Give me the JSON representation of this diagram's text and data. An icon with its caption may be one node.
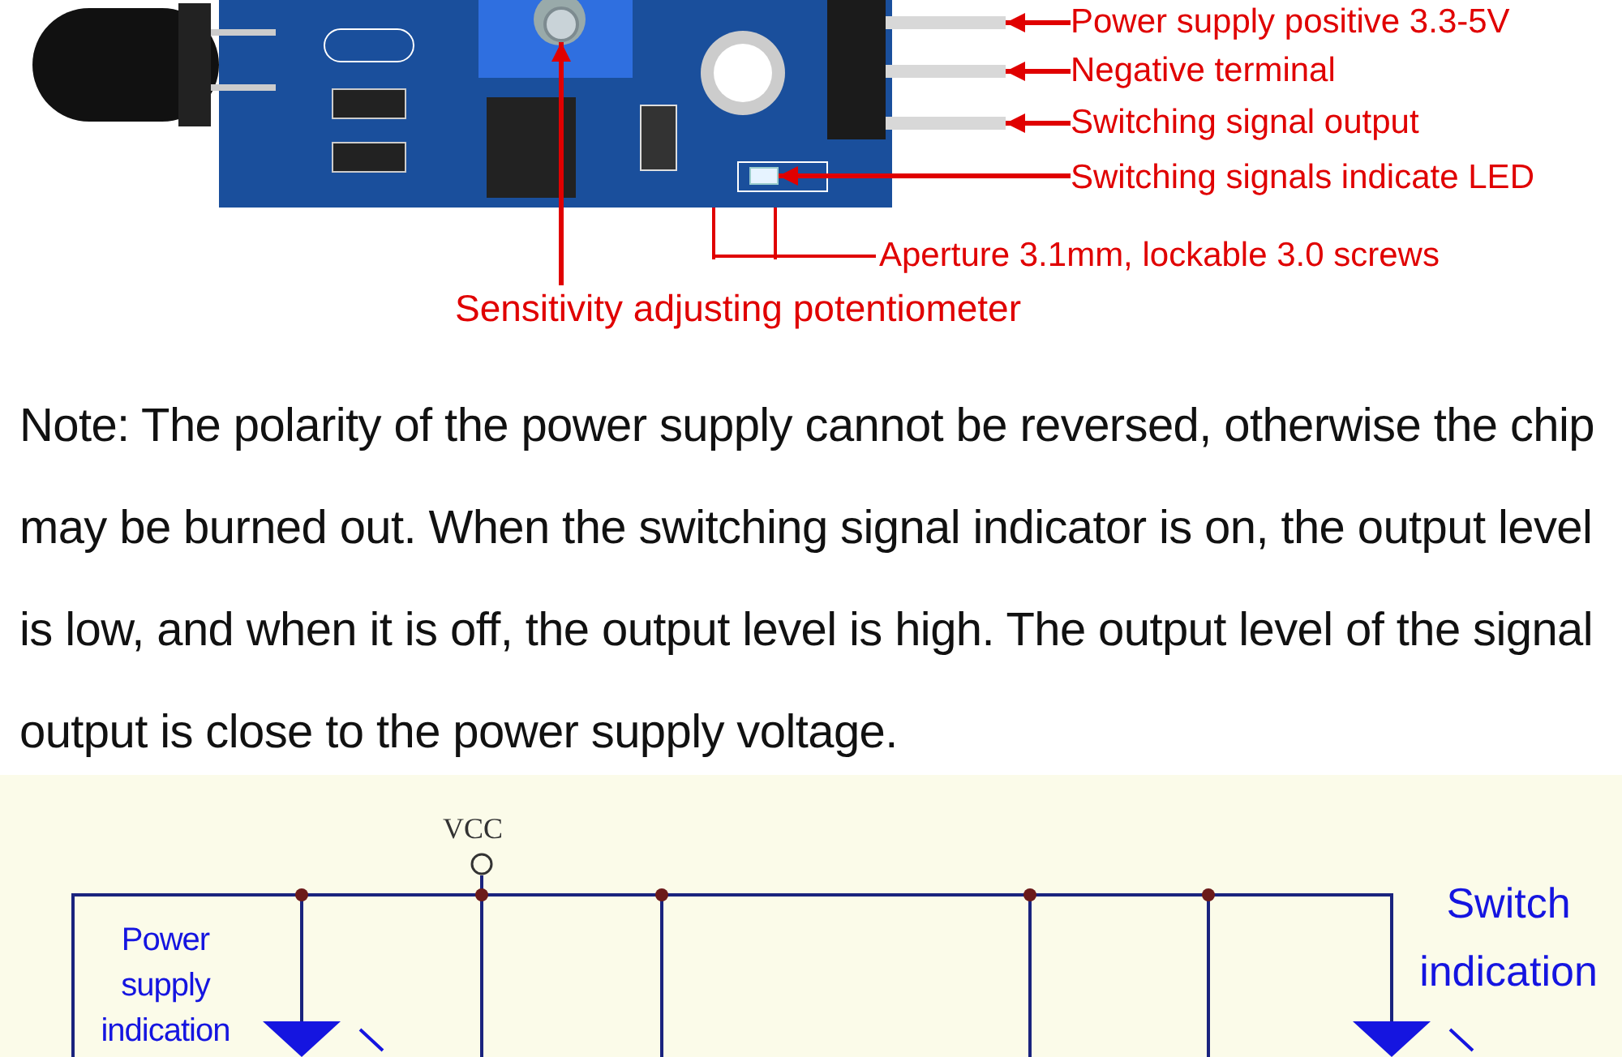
{
  "diagram": {
    "nodes": [
      {
        "text": [],
        "shape": "picture"
      },
      {
        "text": [],
        "shape": "bar"
      },
      {
        "text": [],
        "shape": "bar"
      },
      {
        "text": [],
        "shape": "bar"
      },
      {
        "text": [],
        "shape": "box",
        "in": 0
      },
      {
        "text": [],
        "shape": "circle",
        "in": 0
      },
      {
        "text": [
          "Power supply positive 3.3-5V"
        ]
      },
      {
        "text": [
          "Negative terminal"
        ]
      },
      {
        "text": [
          "Switching signal output"
        ]
      },
      {
        "text": [
          "Switching signals indicate LED"
        ]
      },
      {
        "text": [
          "Sensitivity adjusting potentiometer"
        ]
      }
    ],
    "edges": [
      {
        "from": 6,
        "to": 1,
        "arrow": "to"
      },
      {
        "from": 7,
        "to": 2,
        "arrow": "to"
      },
      {
        "from": 8,
        "to": 3,
        "arrow": "to"
      },
      {
        "from": 9,
        "to": 4,
        "arrow": "to"
      },
      {
        "from": 10,
        "to": 5,
        "arrow": "to"
      }
    ],
    "labels": [
      "Aperture 3.1mm, lockable 3.0 screws",
      "Note: The polarity of the power supply cannot be reversed, otherwise the chip may be burned out. When the switching signal indicator is on, the output level is low, and when it is off, the output level is high. The output level of the signal output is close to the power supply voltage.",
      "VCC",
      "Power supply indication",
      "Switch indication"
    ]
  }
}
